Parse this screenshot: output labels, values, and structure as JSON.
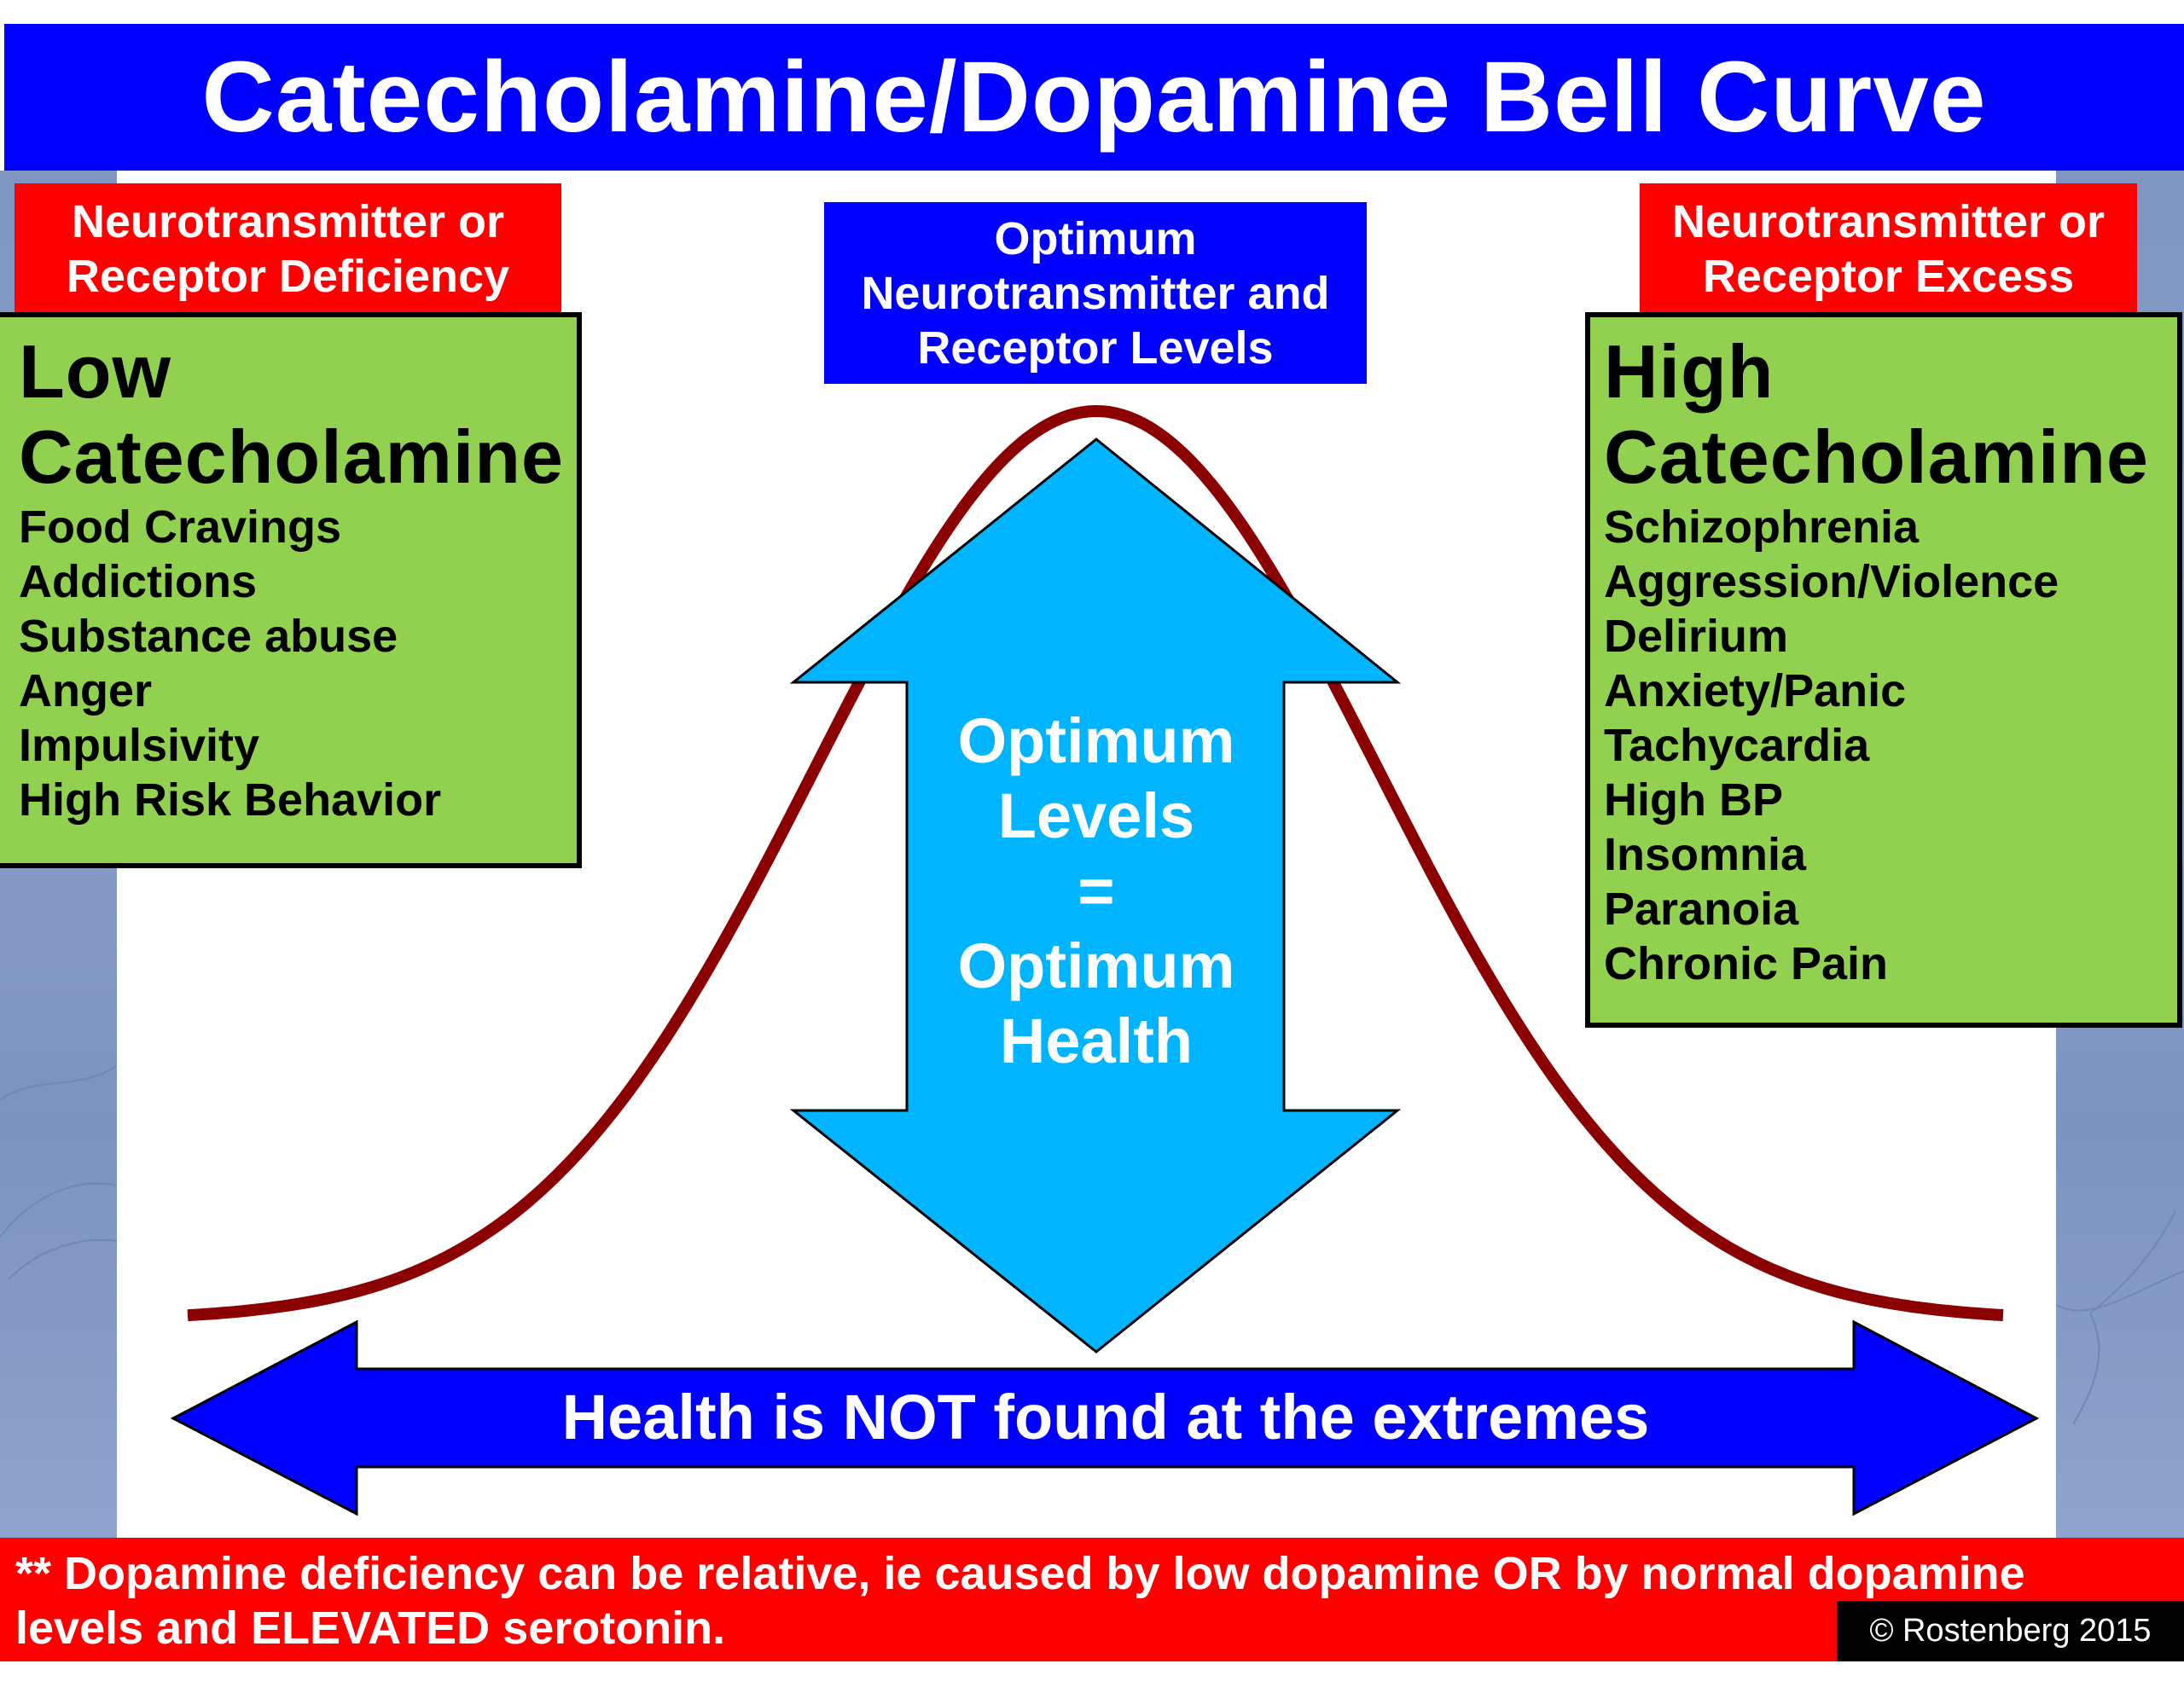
{
  "title": "Catecholamine/Dopamine Bell Curve",
  "colors": {
    "title_bg": "#0000ff",
    "label_red": "#ff0000",
    "box_green": "#92d050",
    "curve": "#8b0000",
    "vertical_arrow": "#00b4ff",
    "horizontal_arrow": "#0000ff",
    "background_strip": "#8099c4"
  },
  "left_label": {
    "lines": [
      "Neurotransmitter or",
      "Receptor Deficiency"
    ]
  },
  "right_label": {
    "lines": [
      "Neurotransmitter or",
      "Receptor Excess"
    ]
  },
  "center_label": {
    "lines": [
      "Optimum",
      "Neurotransmitter and",
      "Receptor Levels"
    ]
  },
  "low_box": {
    "heading": [
      "Low",
      "Catecholamine"
    ],
    "items": [
      "Food Cravings",
      "Addictions",
      "Substance abuse",
      "Anger",
      "Impulsivity",
      "High Risk Behavior"
    ]
  },
  "high_box": {
    "heading": [
      "High",
      "Catecholamine"
    ],
    "items": [
      "Schizophrenia",
      "Aggression/Violence",
      "Delirium",
      "Anxiety/Panic",
      "Tachycardia",
      "High BP",
      "Insomnia",
      "Paranoia",
      "Chronic Pain"
    ]
  },
  "vertical_arrow": {
    "icon": "double-vertical-arrow",
    "lines": [
      "Optimum",
      "Levels",
      "=",
      "Optimum",
      "Health"
    ]
  },
  "horizontal_arrow": {
    "icon": "double-horizontal-arrow",
    "text": "Health is NOT found at the extremes"
  },
  "bell_curve": {
    "icon": "bell-curve"
  },
  "footer": {
    "lines": [
      "** Dopamine deficiency can be relative, ie caused by low dopamine OR by normal dopamine",
      "levels and ELEVATED serotonin."
    ],
    "copyright": "© Rostenberg 2015"
  }
}
